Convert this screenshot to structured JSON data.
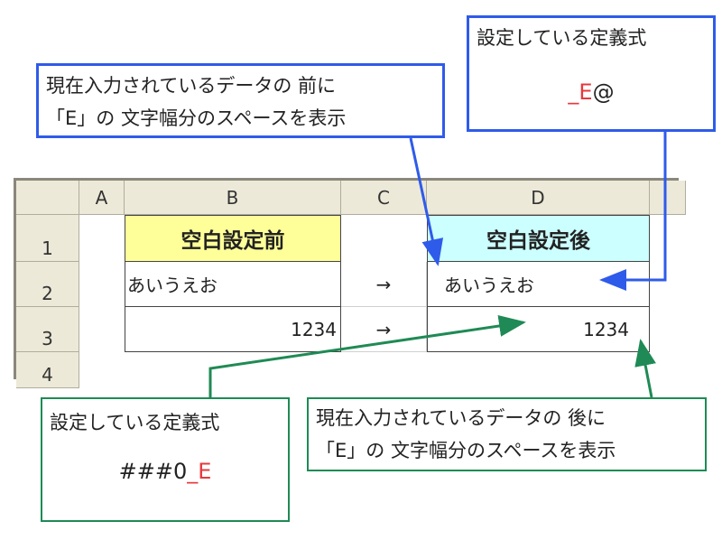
{
  "sheet": {
    "columns": [
      "A",
      "B",
      "C",
      "D"
    ],
    "rows": [
      "1",
      "2",
      "3",
      "4"
    ],
    "b1": "空白設定前",
    "d1": "空白設定後",
    "b2": "あいうえお",
    "c2": "→",
    "d2": "あいうえお",
    "b3": "1234",
    "c3": "→",
    "d3": "1234"
  },
  "callouts": {
    "top_left": {
      "line1": "現在入力されているデータの 前に",
      "line2": "「E」の 文字幅分のスペースを表示"
    },
    "top_right": {
      "title": "設定している定義式",
      "formula_red": "_E",
      "formula_black": "@"
    },
    "bottom_left": {
      "title": "設定している定義式",
      "formula_black": "###0",
      "formula_red": "_E"
    },
    "bottom_right": {
      "line1": "現在入力されているデータの 後に",
      "line2": "「E」の 文字幅分のスペースを表示"
    }
  },
  "colors": {
    "blue": "#2f5bea",
    "green": "#1f8a55",
    "red": "#e8383d",
    "yellow": "#ffff99",
    "cyan": "#ccffff"
  }
}
